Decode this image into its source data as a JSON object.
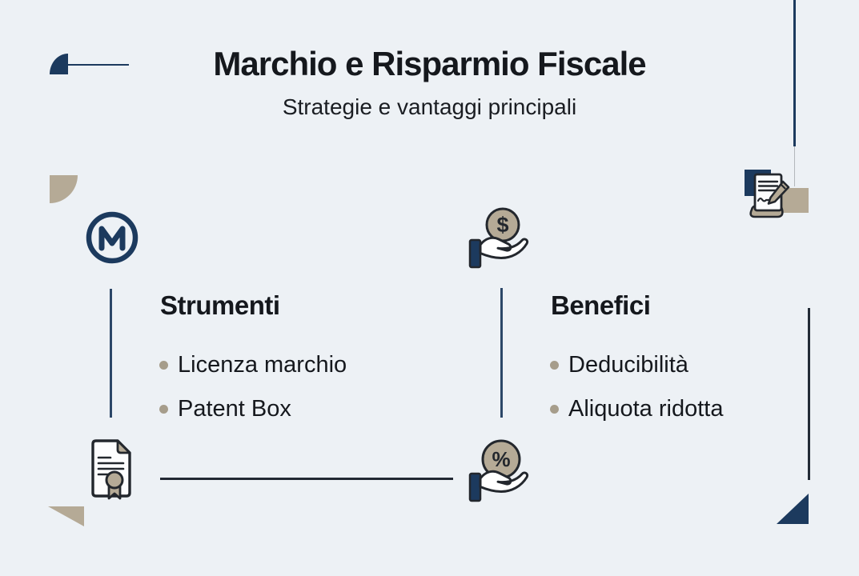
{
  "header": {
    "title": "Marchio e Risparmio Fiscale",
    "subtitle": "Strategie e vantaggi principali"
  },
  "sections": {
    "strumenti": {
      "heading": "Strumenti",
      "items": [
        "Licenza marchio",
        "Patent Box"
      ]
    },
    "benefici": {
      "heading": "Benefici",
      "items": [
        "Deducibilità",
        "Aliquota ridotta"
      ]
    }
  },
  "icons": {
    "trademark_letter": "M",
    "dollar_symbol": "$",
    "percent_symbol": "%"
  },
  "colors": {
    "background": "#edf1f5",
    "navy": "#1c3a5e",
    "tan": "#b5aa96",
    "bullet": "#a69d8b",
    "text": "#15181d"
  }
}
